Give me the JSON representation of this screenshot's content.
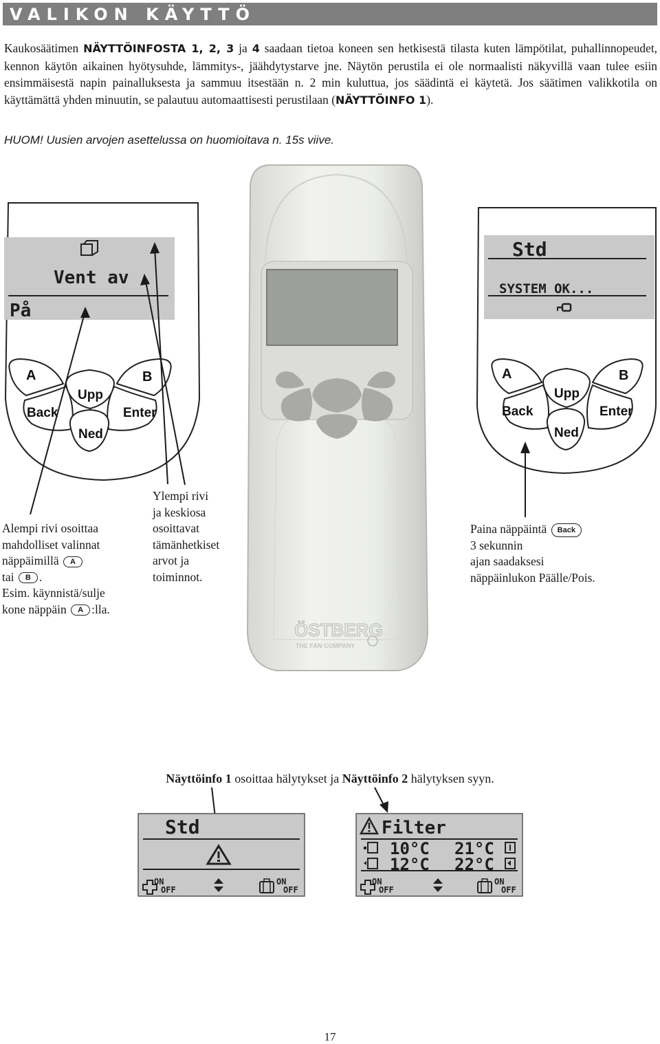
{
  "header": {
    "title": "VALIKON KÄYTTÖ"
  },
  "intro": {
    "prefix": "Kaukosäätimen ",
    "bold_1": "NÄYTTÖINFOSTA 1, 2, 3",
    "mid_1": " ja ",
    "bold_2": "4",
    "mid_2": " saadaan tietoa koneen sen hetkisestä tilasta kuten lämpötilat, puhallinnopeudet, kennon käytön aikainen hyötysuhde, lämmitys-, jäähdytystarve jne. Näytön perustila ei ole normaalisti näkyvillä vaan tulee esiin ensimmäisestä napin painalluksesta ja sammuu itsestään n. 2 min kuluttua, jos säädintä ei käytetä. Jos säätimen valikkotila on käyttämättä yhden minuutin, se palautuu automaattisesti perustilaan (",
    "bold_3": "NÄYTTÖINFO 1",
    "suffix": ")."
  },
  "note": "HUOM! Uusien arvojen asettelussa on huomioitava n. 15s viive.",
  "left_panel": {
    "lcd_line_1": "Vent av",
    "lcd_line_2": "På",
    "buttons": {
      "a": "A",
      "b": "B",
      "back": "Back",
      "enter": "Enter",
      "upp": "Upp",
      "ned": "Ned"
    }
  },
  "right_panel": {
    "lcd_title": "Std",
    "lcd_status": "SYSTEM OK...",
    "buttons": {
      "a": "A",
      "b": "B",
      "back": "Back",
      "enter": "Enter",
      "upp": "Upp",
      "ned": "Ned"
    }
  },
  "remote": {
    "brand": "ÖSTBERG",
    "brand_sub": "THE FAN COMPANY"
  },
  "captions": {
    "left": {
      "line1": "Alempi rivi osoittaa",
      "line2": "mahdolliset valinnat",
      "line3": "näppäimillä",
      "line4": "tai",
      "line4_end": ".",
      "line5": "Esim. käynnistä/sulje",
      "line6": "kone näppäin",
      "line6_end": ":lla.",
      "key_a": "A",
      "key_b": "B"
    },
    "middle": {
      "lines": [
        "Ylempi rivi",
        "ja keskiosa",
        "osoittavat",
        "tämänhetkiset",
        "arvot ja",
        "toiminnot."
      ]
    },
    "right": {
      "line1": "Paina näppäintä",
      "key_back": "Back",
      "line2": "3 sekunnin",
      "line3": "ajan saadaksesi",
      "line4": "näppäinlukon Päälle/Pois."
    }
  },
  "bottom_caption": {
    "bold_1": "Näyttöinfo 1",
    "text_1": " osoittaa hälytykset ja ",
    "bold_2": "Näyttöinfo 2",
    "text_2": " hälytyksen syyn."
  },
  "display_1": {
    "title": "Std",
    "on": "ON",
    "off": "OFF"
  },
  "display_2": {
    "title": "Filter",
    "temp_1": "10°C",
    "temp_2": "21°C",
    "temp_3": "12°C",
    "temp_4": "22°C",
    "on": "ON",
    "off": "OFF"
  },
  "page_number": "17",
  "colors": {
    "banner": "#7f7f7f",
    "lcd": "#c9c9c9",
    "remote_body": "#e9eae6",
    "remote_buttons": "#a9aaa6"
  }
}
